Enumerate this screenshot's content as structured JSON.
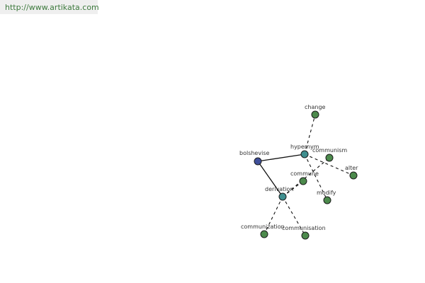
{
  "watermark": {
    "url": "http://www.artikata.com"
  },
  "colors": {
    "root": "#3f4f9a",
    "relation": "#3f8f8f",
    "word": "#4c8a4c"
  },
  "graph": {
    "nodes": [
      {
        "id": "bolshevise",
        "label": "bolshevise",
        "kind": "root"
      },
      {
        "id": "hypernym",
        "label": "hypernym",
        "kind": "relation"
      },
      {
        "id": "derivation",
        "label": "derivation",
        "kind": "relation"
      },
      {
        "id": "change",
        "label": "change",
        "kind": "word"
      },
      {
        "id": "communism",
        "label": "communism",
        "kind": "word"
      },
      {
        "id": "alter",
        "label": "alter",
        "kind": "word"
      },
      {
        "id": "commune",
        "label": "commune",
        "kind": "word"
      },
      {
        "id": "modify",
        "label": "modify",
        "kind": "word"
      },
      {
        "id": "communization",
        "label": "communization",
        "kind": "word"
      },
      {
        "id": "communisation",
        "label": "communisation",
        "kind": "word"
      }
    ],
    "edges": [
      {
        "from": "bolshevise",
        "to": "hypernym",
        "style": "solid"
      },
      {
        "from": "bolshevise",
        "to": "derivation",
        "style": "solid"
      },
      {
        "from": "hypernym",
        "to": "change",
        "style": "dashed"
      },
      {
        "from": "hypernym",
        "to": "alter",
        "style": "dashed"
      },
      {
        "from": "hypernym",
        "to": "modify",
        "style": "dashed"
      },
      {
        "from": "derivation",
        "to": "communism",
        "style": "dashed"
      },
      {
        "from": "derivation",
        "to": "commune",
        "style": "dashed"
      },
      {
        "from": "derivation",
        "to": "communization",
        "style": "dashed"
      },
      {
        "from": "derivation",
        "to": "communisation",
        "style": "dashed"
      }
    ]
  }
}
